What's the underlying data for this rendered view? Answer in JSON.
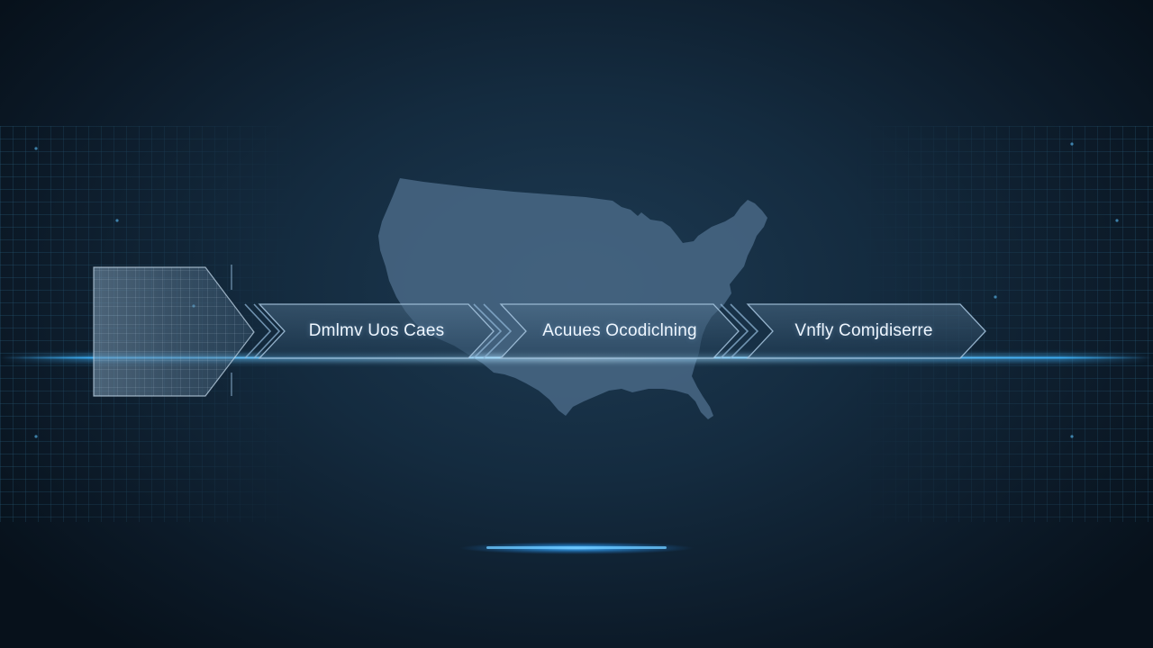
{
  "diagram": {
    "steps": [
      {
        "label": "Dmlmv Uos Caes"
      },
      {
        "label": "Acuues Ocodiclning"
      },
      {
        "label": "Vnfly Comjdiserre"
      }
    ]
  },
  "colors": {
    "background": "#0f2233",
    "accent_glow": "#3fb6ff",
    "map_fill": "#4a6a88",
    "arrow_fill": "#2c4a63",
    "arrow_stroke": "#a9c8e2",
    "text": "#eef6ff"
  },
  "icons": {
    "map": "united-states-map-silhouette",
    "chevrons": "double-chevron-right"
  }
}
